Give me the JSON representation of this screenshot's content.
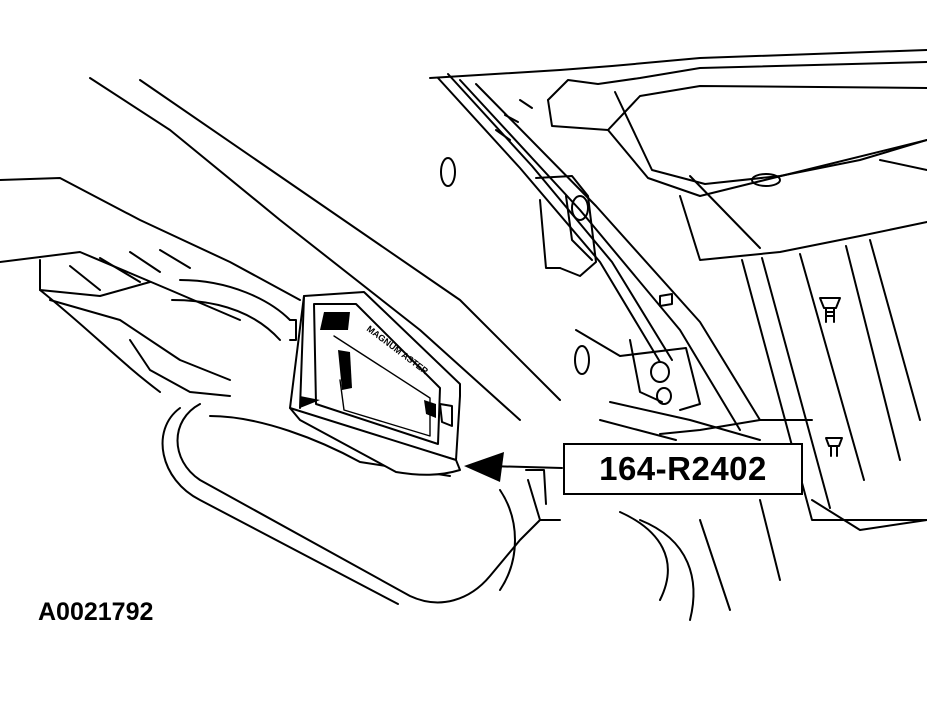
{
  "figure": {
    "callout_label": "164-R2402",
    "figure_id": "A0021792",
    "module_text": "MAGNUM ASTER"
  }
}
